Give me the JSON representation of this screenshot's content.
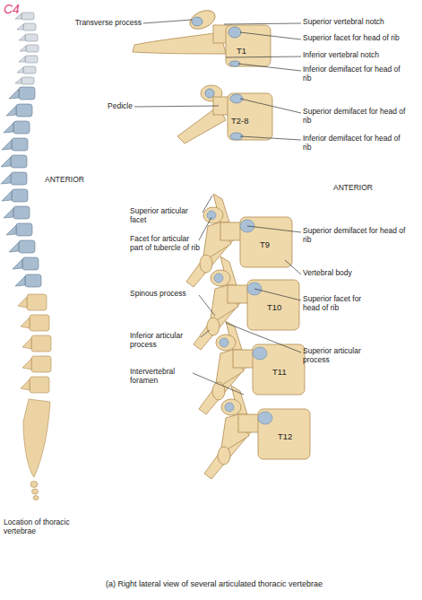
{
  "diagram": {
    "caption": "(a) Right lateral view of several articulated thoracic vertebrae",
    "labels": [
      "C4",
      "Transverse process",
      "Superior vertebral notch",
      "Superior facet for head of rib",
      "Inferior vertebral notch",
      "T1",
      "Inferior demifacet for head of rib",
      "Pedicle",
      "Superior demifacet for head of rib",
      "T2-8",
      "Inferior demifacet for head of rib",
      "ANTERIOR",
      "ANTERIOR",
      "Superior articular facet",
      "Facet for articular part of tubercle of rib",
      "Spinous process",
      "Inferior articular process",
      "Intervertebral foramen",
      "Superior demifacet for head of rib",
      "T9",
      "Vertebral body",
      "T10",
      "Superior facet for head of rib",
      "T11",
      "Superior articular process",
      "T12",
      "Location of thoracic vertebrae"
    ]
  }
}
